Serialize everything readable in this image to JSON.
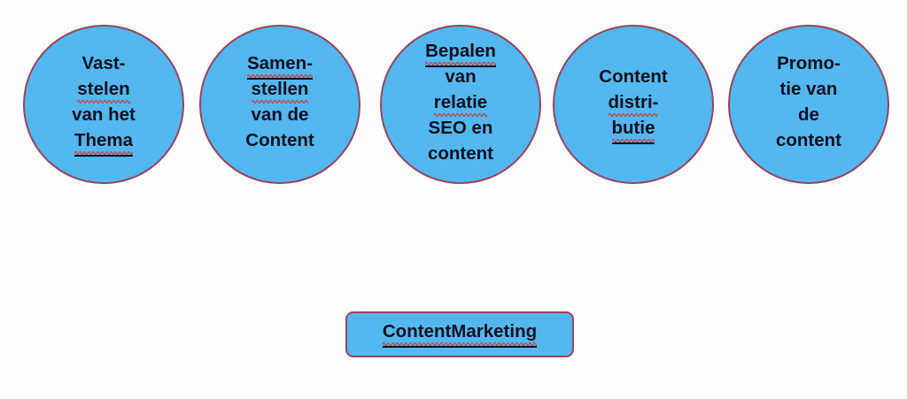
{
  "colors": {
    "background": "#fdfdfd",
    "shape_fill": "#52b8ef",
    "shape_border": "#96455f",
    "text": "#10101e",
    "squiggle": "#c74848"
  },
  "circles": [
    {
      "name": "vaststellen-van-het-thema",
      "lines": [
        {
          "text": "Vast-",
          "underline": false,
          "squiggle": false
        },
        {
          "text": "stelen",
          "underline": false,
          "squiggle": true
        },
        {
          "text": "van het",
          "underline": false,
          "squiggle": false
        },
        {
          "text": "Thema",
          "underline": true,
          "squiggle": true
        }
      ]
    },
    {
      "name": "samenstellen-van-de-content",
      "lines": [
        {
          "text": "Samen-",
          "underline": true,
          "squiggle": true
        },
        {
          "text": "stellen",
          "underline": false,
          "squiggle": true
        },
        {
          "text": "van de",
          "underline": false,
          "squiggle": false
        },
        {
          "text": "Content",
          "underline": false,
          "squiggle": false
        }
      ]
    },
    {
      "name": "bepalen-van-relatie-seo-en-content",
      "lines": [
        {
          "text": "Bepalen",
          "underline": true,
          "squiggle": true
        },
        {
          "text": "van",
          "underline": false,
          "squiggle": false
        },
        {
          "text": "relatie",
          "underline": false,
          "squiggle": true
        },
        {
          "text": "SEO en",
          "underline": false,
          "squiggle": false
        },
        {
          "text": "content",
          "underline": false,
          "squiggle": false
        }
      ]
    },
    {
      "name": "content-distributie",
      "lines": [
        {
          "text": "Content",
          "underline": false,
          "squiggle": false
        },
        {
          "text": "distri-",
          "underline": false,
          "squiggle": true
        },
        {
          "text": "butie",
          "underline": true,
          "squiggle": true
        }
      ]
    },
    {
      "name": "promotie-van-de-content",
      "lines": [
        {
          "text": "Promo-",
          "underline": false,
          "squiggle": false
        },
        {
          "text": "tie van",
          "underline": false,
          "squiggle": false
        },
        {
          "text": "de",
          "underline": false,
          "squiggle": false
        },
        {
          "text": "content",
          "underline": false,
          "squiggle": false
        }
      ]
    }
  ],
  "bottom_box": {
    "label": "ContentMarketing",
    "underline": true,
    "squiggle": true
  }
}
